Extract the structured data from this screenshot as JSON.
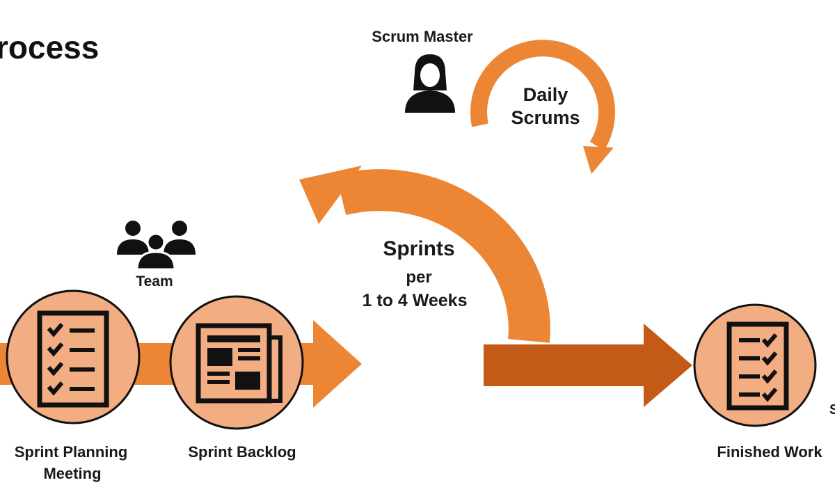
{
  "title": "rocess",
  "labels": {
    "scrum_master": "Scrum Master",
    "daily_line1": "Daily",
    "daily_line2": "Scrums",
    "sprints": "Sprints",
    "per": "per",
    "weeks": "1 to 4 Weeks",
    "team": "Team",
    "planning_line1": "Sprint Planning",
    "planning_line2": "Meeting",
    "backlog": "Sprint Backlog",
    "finished": "Finished Work",
    "edge_fragment": "S"
  },
  "colors": {
    "arrow_orange": "#ec8634",
    "arrow_dark": "#c35a18",
    "circle_fill": "#f2ad83",
    "icon_dark": "#111111"
  },
  "icons": [
    "person-icon",
    "team-icon",
    "checklist-icon",
    "document-icon",
    "finished-checklist-icon"
  ]
}
